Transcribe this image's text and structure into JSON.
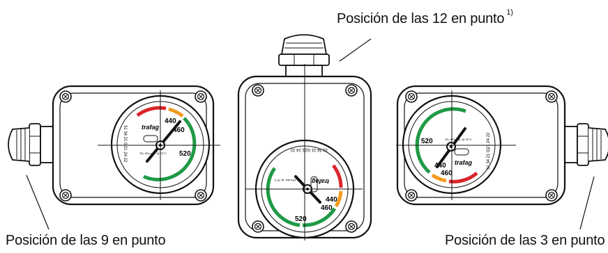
{
  "captions": {
    "pos12": "Posición de las 12 en punto",
    "pos12_note": "1)",
    "pos9": "Posición de las 9 en punto",
    "pos3": "Posición de las 3 en punto"
  },
  "dial": {
    "brand": "trafag",
    "scale_440": "440",
    "scale_460": "460",
    "scale_520": "520",
    "gas_text": "SF₆ kPa abs. @ 20°C",
    "serial": "31 34 21 0|21 24 22"
  },
  "colors": {
    "zone_red": "#d9262b",
    "zone_orange": "#f39a1e",
    "zone_green": "#1f9a45"
  }
}
